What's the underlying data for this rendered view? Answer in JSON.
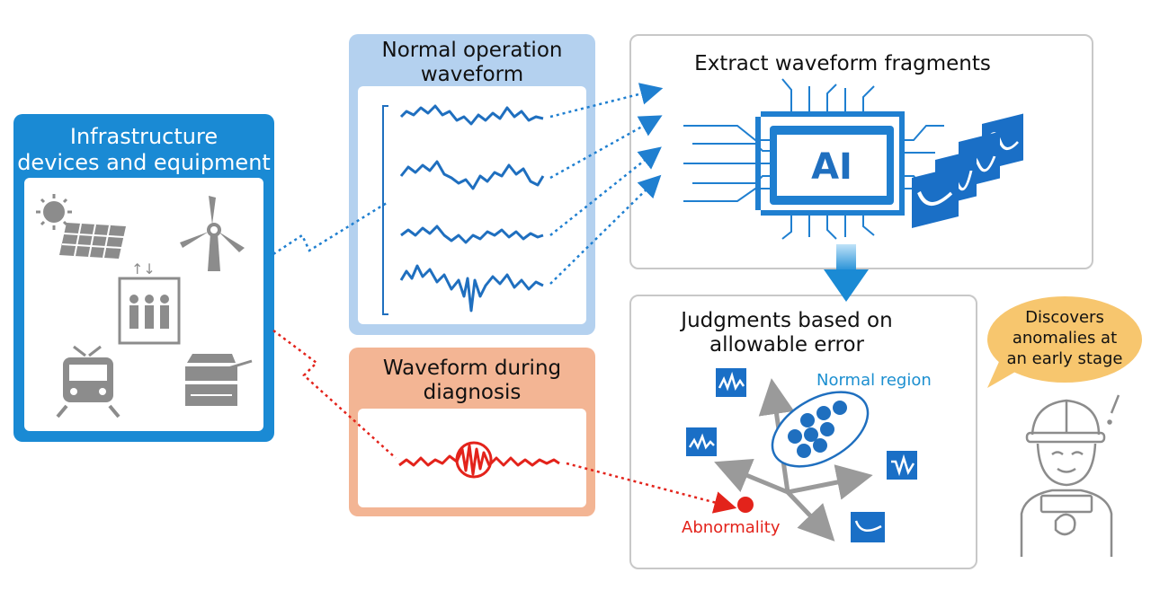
{
  "infrastructure": {
    "title_line1": "Infrastructure",
    "title_line2": "devices and equipment",
    "icons": [
      "solar-panel-icon",
      "wind-turbine-icon",
      "elevator-icon",
      "train-icon",
      "copier-icon"
    ]
  },
  "normal_operation": {
    "title_line1": "Normal operation",
    "title_line2": "waveform"
  },
  "diagnosis": {
    "title_line1": "Waveform during",
    "title_line2": "diagnosis"
  },
  "extract": {
    "title": "Extract waveform fragments",
    "chip_label": "AI"
  },
  "judgment": {
    "title_line1": "Judgments based on",
    "title_line2": "allowable error",
    "normal_region": "Normal region",
    "abnormality": "Abnormality"
  },
  "bubble": {
    "line1": "Discovers",
    "line2": "anomalies at",
    "line3": "an early stage"
  },
  "colors": {
    "infra_blue": "#1a8ad4",
    "normal_blue": "#b4d1ef",
    "diag_orange": "#f3b594",
    "wave_blue": "#1f6fbf",
    "alert_red": "#e3231b",
    "bubble_yellow": "#f7c66e"
  }
}
